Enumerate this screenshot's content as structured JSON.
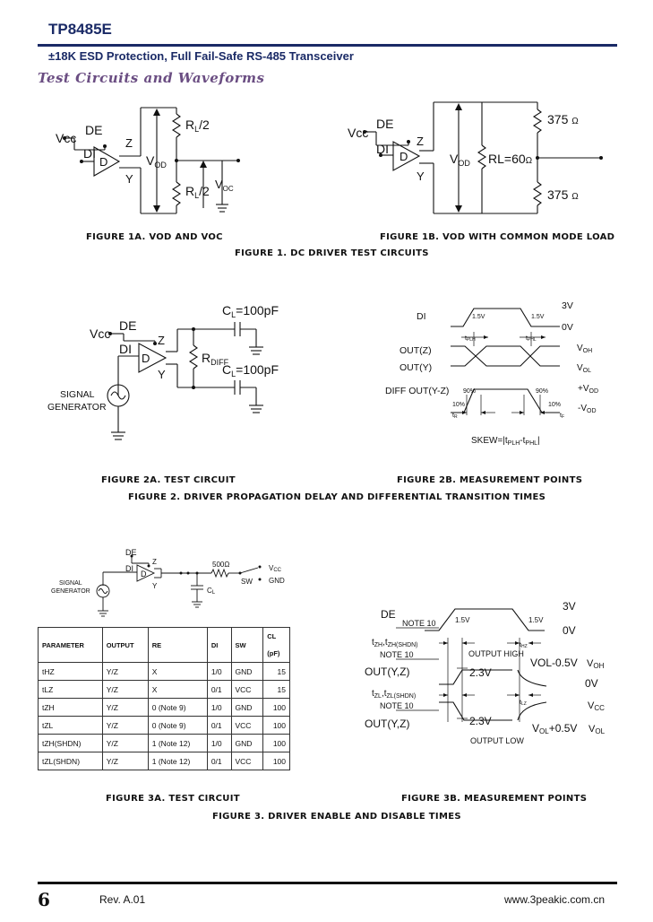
{
  "header": {
    "title": "TP8485E",
    "subtitle": "±18K ESD Protection, Full Fail-Safe RS-485 Transceiver"
  },
  "section_title": "Test Circuits and Waveforms",
  "fig1": {
    "a": {
      "vcc": "Vcc",
      "de": "DE",
      "di": "DI",
      "d": "D",
      "z": "Z",
      "y": "Y",
      "vod": "V",
      "vod_sub": "OD",
      "r_top": "R",
      "r_top_sub": "L",
      "r_top_tail": "/2",
      "r_bot": "R",
      "r_bot_sub": "L",
      "r_bot_tail": "/2",
      "voc": "V",
      "voc_sub": "OC"
    },
    "b": {
      "vcc": "Vcc",
      "de": "DE",
      "di": "DI",
      "d": "D",
      "z": "Z",
      "y": "Y",
      "vod": "V",
      "vod_sub": "OD",
      "rl": "RL=60",
      "ohm": "Ω",
      "r1": "375",
      "r2": "375"
    },
    "caption_a": "FIGURE 1A. VOD AND VOC",
    "caption_b": "FIGURE 1B. VOD WITH COMMON MODE LOAD",
    "caption": "FIGURE 1. DC DRIVER TEST CIRCUITS"
  },
  "fig2": {
    "a": {
      "vcc": "Vcc",
      "de": "DE",
      "di": "DI",
      "d": "D",
      "z": "Z",
      "y": "Y",
      "cl1": "C",
      "cl1_sub": "L",
      "cl1_tail": "=100pF",
      "cl2": "C",
      "cl2_sub": "L",
      "cl2_tail": "=100pF",
      "rdiff": "R",
      "rdiff_sub": "DIFF",
      "sig1": "SIGNAL",
      "sig2": "GENERATOR"
    },
    "b": {
      "di": "DI",
      "v3": "3V",
      "v0": "0V",
      "lvl1": "1.5V",
      "lvl2": "1.5V",
      "tplh": "t",
      "tplh_sub": "PLH",
      "tphl": "t",
      "tphl_sub": "PHL",
      "outz": "OUT(Z)",
      "outy": "OUT(Y)",
      "voh": "V",
      "voh_sub": "OH",
      "vol": "V",
      "vol_sub": "OL",
      "diff": "DIFF OUT(Y-Z)",
      "p90a": "90%",
      "p90b": "90%",
      "p10a": "10%",
      "p10b": "10%",
      "tr": "t",
      "tr_sub": "R",
      "tf": "t",
      "tf_sub": "F",
      "pvod": "+V",
      "pvod_sub": "OD",
      "nvod": "-V",
      "nvod_sub": "OD",
      "skew": "SKEW=|t",
      "skew_s1": "PLH",
      "skew_mid": "-t",
      "skew_s2": "PHL",
      "skew_end": "|"
    },
    "caption_a": "FIGURE 2A. TEST CIRCUIT",
    "caption_b": "FIGURE 2B. MEASUREMENT POINTS",
    "caption": "FIGURE 2. DRIVER PROPAGATION DELAY AND DIFFERENTIAL TRANSITION TIMES"
  },
  "fig3": {
    "a": {
      "de": "DE",
      "di": "DI",
      "d": "D",
      "z": "Z",
      "y": "Y",
      "r": "500Ω",
      "sw": "SW",
      "vcc": "V",
      "vcc_sub": "CC",
      "gnd": "GND",
      "cl": "C",
      "cl_sub": "L",
      "sig1": "SIGNAL",
      "sig2": "GENERATOR"
    },
    "table": {
      "headers": [
        "PARAMETER",
        "OUTPUT",
        "RE",
        "DI",
        "SW",
        "CL",
        "(pF)"
      ],
      "rows": [
        [
          "tHZ",
          "Y/Z",
          "X",
          "1/0",
          "GND",
          "15"
        ],
        [
          "tLZ",
          "Y/Z",
          "X",
          "0/1",
          "VCC",
          "15"
        ],
        [
          "tZH",
          "Y/Z",
          "0 (Note 9)",
          "1/0",
          "GND",
          "100"
        ],
        [
          "tZL",
          "Y/Z",
          "0 (Note 9)",
          "0/1",
          "VCC",
          "100"
        ],
        [
          "tZH(SHDN)",
          "Y/Z",
          "1 (Note 12)",
          "1/0",
          "GND",
          "100"
        ],
        [
          "tZL(SHDN)",
          "Y/Z",
          "1 (Note 12)",
          "0/1",
          "VCC",
          "100"
        ]
      ]
    },
    "b": {
      "de": "DE",
      "note10a": "NOTE 10",
      "lvl1": "1.5V",
      "lvl2": "1.5V",
      "v3": "3V",
      "v0a": "0V",
      "tzh": "t",
      "tzh_s1": "ZH",
      "tzh_mid": ",t",
      "tzh_s2": "ZH(SHDN)",
      "note10b": "NOTE 10",
      "outhigh": "OUTPUT HIGH",
      "thz": "t",
      "thz_sub": "HZ",
      "volh": "VOL-0.5V",
      "voh": "V",
      "voh_sub": "OH",
      "outyz1": "OUT(Y,Z)",
      "v23a": "2.3V",
      "v0b": "0V",
      "tzl": "t",
      "tzl_s1": "ZL",
      "tzl_mid": ",t",
      "tzl_s2": "ZL(SHDN)",
      "note10c": "NOTE 10",
      "tlz": "t",
      "tlz_sub": "LZ",
      "vcc": "V",
      "vcc_sub": "CC",
      "outyz2": "OUT(Y,Z)",
      "v23b": "2.3V",
      "vol05": "V",
      "vol05_sub": "OL",
      "vol05_tail": "+0.5V",
      "vol": "V",
      "vol_sub": "OL",
      "outlow": "OUTPUT LOW"
    },
    "caption_a": "FIGURE 3A. TEST CIRCUIT",
    "caption_b": "FIGURE 3B. MEASUREMENT POINTS",
    "caption": "FIGURE 3. DRIVER ENABLE AND DISABLE TIMES"
  },
  "footer": {
    "page": "6",
    "rev": "Rev. A.01",
    "website": "www.3peakic.com.cn"
  }
}
